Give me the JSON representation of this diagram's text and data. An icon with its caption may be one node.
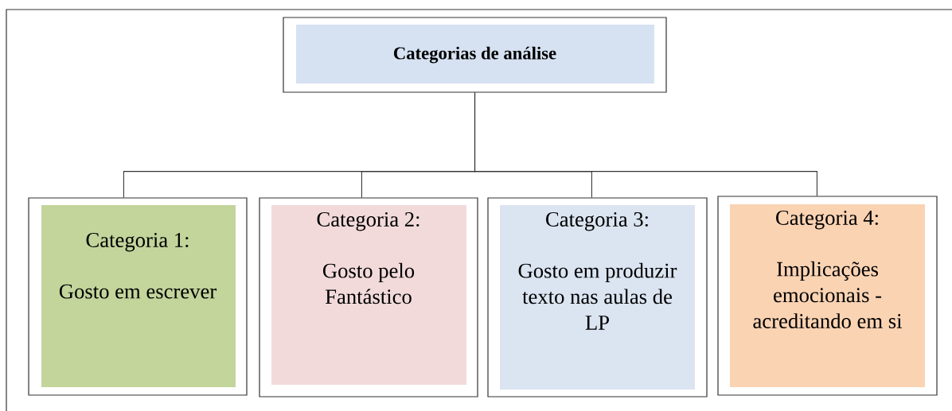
{
  "diagram": {
    "nodes": [
      {
        "text": [
          "Categorias de análise"
        ]
      },
      {
        "text": [
          "Categoria 1:",
          "Gosto em escrever"
        ]
      },
      {
        "text": [
          "Categoria 2:",
          "Gosto pelo Fantástico"
        ]
      },
      {
        "text": [
          "Categoria 3:",
          "Gosto em produzir texto nas aulas de LP"
        ]
      },
      {
        "text": [
          "Categoria 4:",
          "Implicações emocionais - acreditando em si"
        ]
      }
    ],
    "edges": [
      {
        "from": 0,
        "to": 1,
        "arrow": "none"
      },
      {
        "from": 0,
        "to": 2,
        "arrow": "none"
      },
      {
        "from": 0,
        "to": 3,
        "arrow": "none"
      },
      {
        "from": 0,
        "to": 4,
        "arrow": "none"
      }
    ]
  }
}
